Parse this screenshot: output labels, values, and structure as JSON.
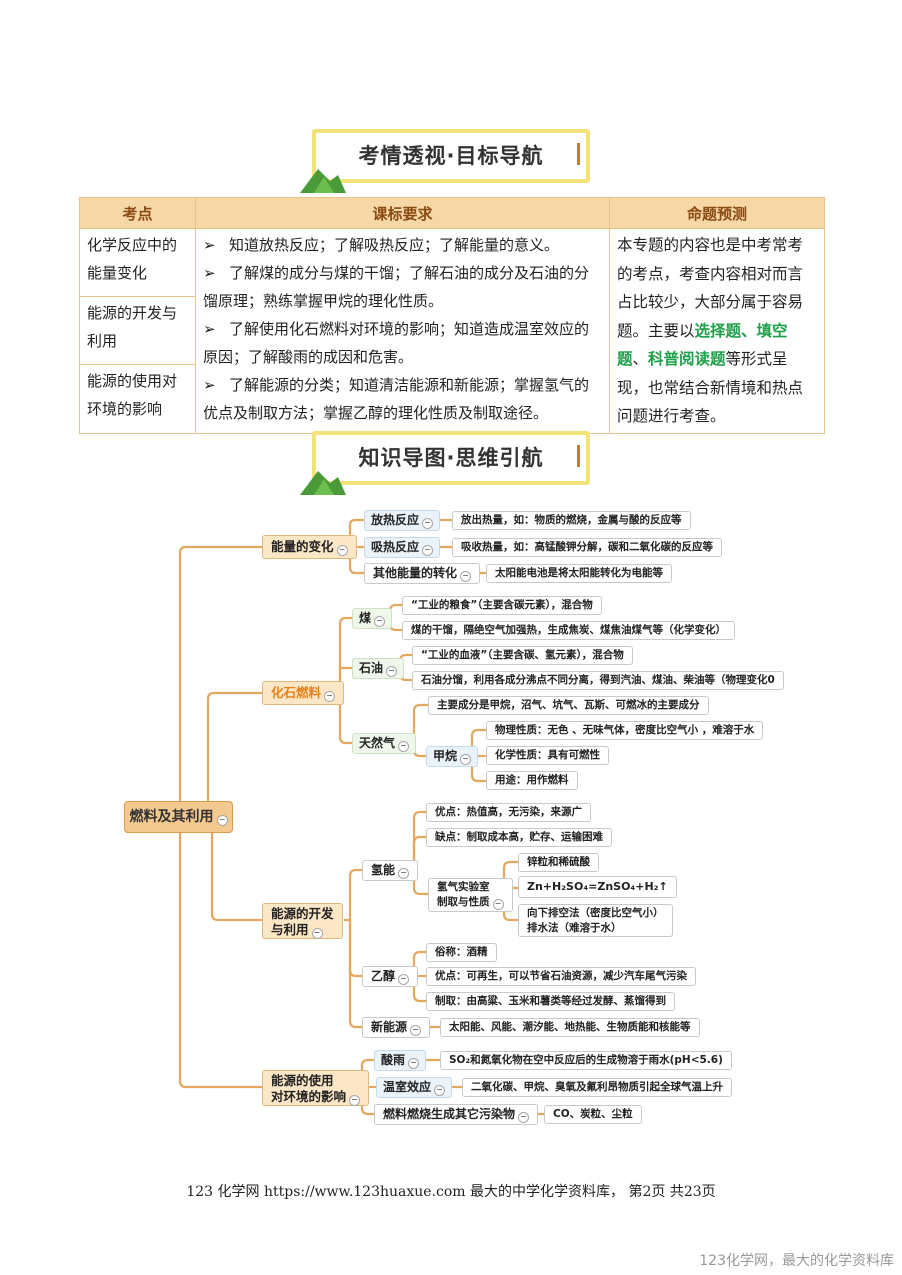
{
  "banner1": {
    "title": "考情透视·目标导航"
  },
  "banner2": {
    "title": "知识导图·思维引航"
  },
  "table": {
    "headers": [
      "考点",
      "课标要求",
      "命题预测"
    ],
    "kaodian": [
      "化学反应中的能量变化",
      "能源的开发与利用",
      "能源的使用对环境的影响"
    ],
    "reqs": [
      {
        "arrow": "➢",
        "text": "知道放热反应；了解吸热反应；了解能量的意义。"
      },
      {
        "arrow": "➢",
        "text": "了解煤的成分与煤的干馏；了解石油的成分及石油的分馏原理；熟练掌握甲烷的理化性质。"
      },
      {
        "arrow": "➢",
        "text": "了解使用化石燃料对环境的影响；知道造成温室效应的原因；了解酸雨的成因和危害。"
      },
      {
        "arrow": "➢",
        "text": "了解能源的分类；知道清洁能源和新能源；掌握氢气的优点及制取方法；掌握乙醇的理化性质及制取途径。"
      }
    ],
    "predict": {
      "p1": "本专题的内容也是中考常考的考点，考查内容相对而言占比较少，大部分属于容易题。主要以",
      "h1": "选择题",
      "s1": "、",
      "h2": "填空题",
      "s2": "、",
      "h3": "科普阅读题",
      "p2": "等形式呈现，也常结合新情境和热点问题进行考查。"
    }
  },
  "mindmap": {
    "root": "燃料及其利用",
    "b1": "能量的变化",
    "b1_1": "放热反应",
    "b1_1d": "放出热量，如：物质的燃烧，金属与酸的反应等",
    "b1_2": "吸热反应",
    "b1_2d": "吸收热量，如：高锰酸钾分解，碳和二氧化碳的反应等",
    "b1_3": "其他能量的转化",
    "b1_3d": "太阳能电池是将太阳能转化为电能等",
    "b2": "化石燃料",
    "coal": "煤",
    "coal1": "“工业的粮食”（主要含碳元素），混合物",
    "coal2": "煤的干馏，隔绝空气加强热，生成焦炭、煤焦油煤气等（化学变化）",
    "oil": "石油",
    "oil1": "“工业的血液”（主要含碳、氢元素），混合物",
    "oil2": "石油分馏，利用各成分沸点不同分离，得到汽油、煤油、柴油等（物理变化0",
    "gas": "天然气",
    "gas1": "主要成分是甲烷，沼气、坑气、瓦斯、可燃冰的主要成分",
    "ch4": "甲烷",
    "ch4_1": "物理性质：无色 、无味气体，密度比空气小 ，难溶于水",
    "ch4_2": "化学性质：具有可燃性",
    "ch4_3": "用途：用作燃料",
    "b3a": "能源的开发",
    "b3b": "与利用",
    "h2": "氢能",
    "h2_1": "优点：热值高，无污染，来源广",
    "h2_2": "缺点：制取成本高，贮存、运输困难",
    "h2lab_a": "氢气实验室",
    "h2lab_b": "制取与性质",
    "lab1": "锌粒和稀硫酸",
    "lab2": "Zn+H₂SO₄=ZnSO₄+H₂↑",
    "lab3a": "向下排空法（密度比空气小）",
    "lab3b": "排水法（难溶于水）",
    "eth": "乙醇",
    "eth1": "俗称：酒精",
    "eth2": "优点：可再生，可以节省石油资源，减少汽车尾气污染",
    "eth3": "制取：由高粱、玉米和薯类等经过发酵、蒸馏得到",
    "newe": "新能源",
    "newe1": "太阳能、风能、潮汐能、地热能、生物质能和核能等",
    "b4a": "能源的使用",
    "b4b": "对环境的影响",
    "acid": "酸雨",
    "acid1": "SO₂和氮氧化物在空中反应后的生成物溶于雨水(pH<5.6)",
    "green": "温室效应",
    "green1": "二氧化碳、甲烷、臭氧及氟利昂物质引起全球气温上升",
    "poll": "燃料燃烧生成其它污染物",
    "poll1": "CO、炭粒、尘粒"
  },
  "footer": "123 化学网  https://www.123huaxue.com  最大的中学化学资料库，  第2页  共23页",
  "watermark": "123化学网，最大的化学资料库",
  "colors": {
    "line": "#e3a85f",
    "root": "#f4c98f",
    "branch": "#fbe6c6",
    "leaf_border": "#cccccc",
    "hilite": "#1fa04a"
  }
}
